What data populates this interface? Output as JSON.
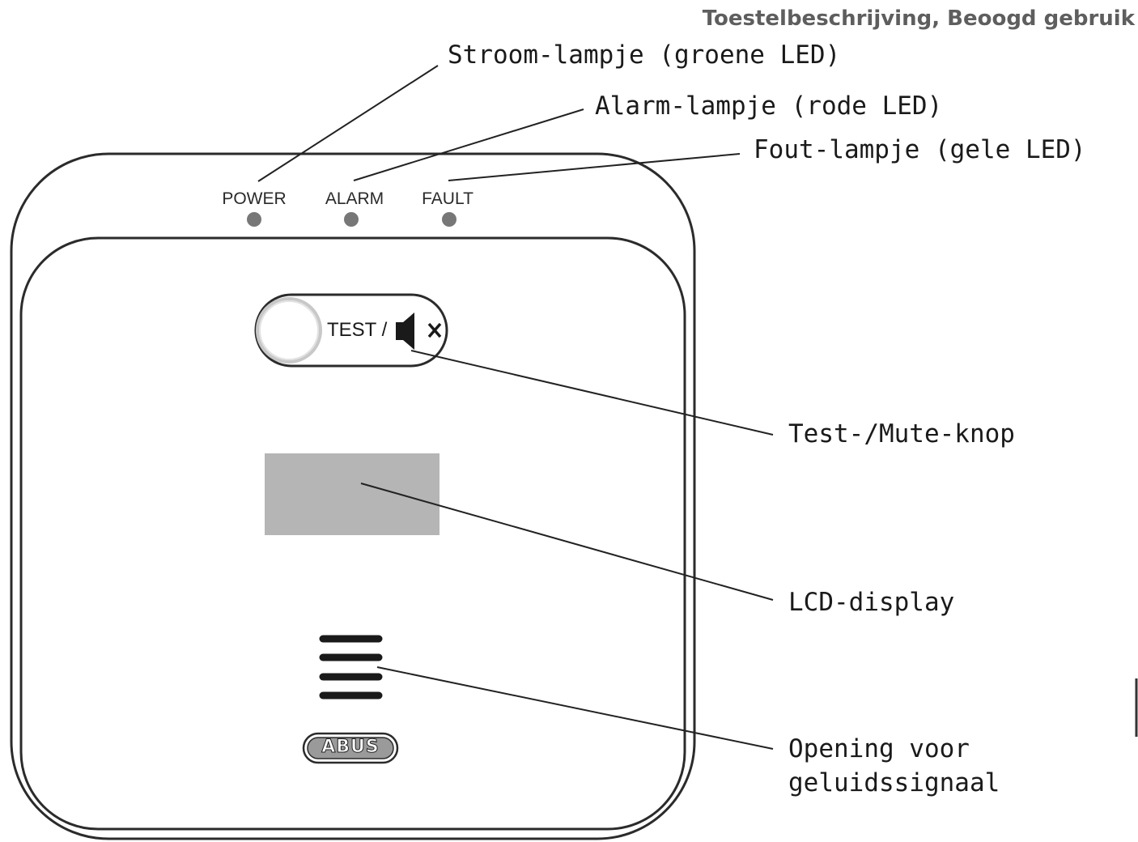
{
  "header": {
    "title": "Toestelbeschrijving, Beoogd gebruik"
  },
  "device": {
    "led_labels": [
      "POWER",
      "ALARM",
      "FAULT"
    ],
    "button_text": "TEST /",
    "button_icon": "speaker-mute-icon",
    "logo": "ABUS"
  },
  "callouts": {
    "power": "Stroom-lampje (groene LED)",
    "alarm": "Alarm-lampje (rode LED)",
    "fault": "Fout-lampje (gele LED)",
    "test": "Test-/Mute-knop",
    "lcd": "LCD-display",
    "speaker_line1": "Opening voor",
    "speaker_line2": "geluidssignaal"
  },
  "colors": {
    "outline": "#2b2b2b",
    "led": "#777777",
    "lcd": "#b5b5b5"
  }
}
